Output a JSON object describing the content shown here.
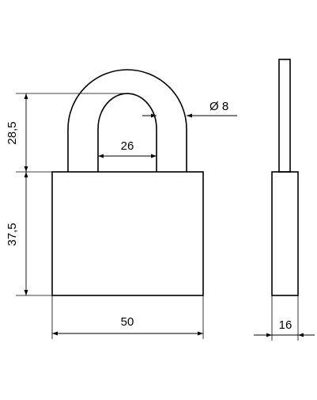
{
  "dimensions": {
    "shackle_height": "28,5",
    "body_height": "37,5",
    "shackle_inner_width": "26",
    "shackle_diameter": "Ø 8",
    "body_width": "50",
    "body_thickness": "16"
  },
  "colors": {
    "line": "#000000",
    "background": "#ffffff"
  }
}
